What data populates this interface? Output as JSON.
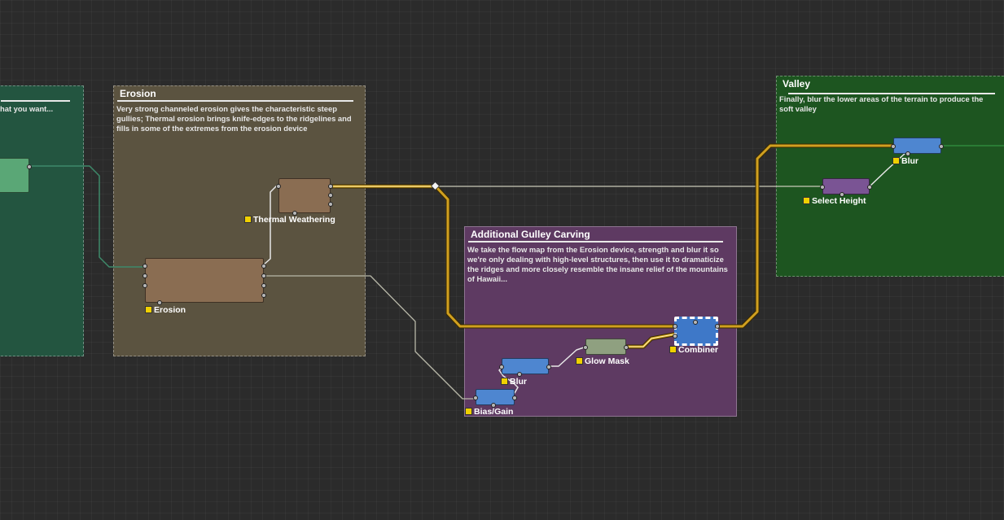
{
  "groups": {
    "left": {
      "desc": "hat you want..."
    },
    "erosion": {
      "title": "Erosion",
      "desc": "Very strong channeled erosion gives the characteristic steep gullies; Thermal erosion brings knife-edges to the ridgelines and fills in some of the extremes from the erosion device"
    },
    "gulley": {
      "title": "Additional Gulley Carving",
      "desc": "We take the flow map from the Erosion device, strength and blur it so we're only dealing with high-level structures, then use it to dramaticize the ridges and more closely resemble the insane relief of the mountains of Hawaii..."
    },
    "valley": {
      "title": "Valley",
      "desc": "Finally, blur the lower areas of the terrain to produce the soft valley"
    }
  },
  "nodes": {
    "thermal": "Thermal Weathering",
    "erosion": "Erosion",
    "blur_gulley": "Blur",
    "glow_mask": "Glow Mask",
    "combiner": "Combiner",
    "bias_gain": "Bias/Gain",
    "select_height": "Select Height",
    "blur_valley": "Blur"
  },
  "colors": {
    "canvas": "#2b2b2b",
    "left_group": "#235540",
    "erosion_group": "#5b5340",
    "gulley_group": "#5e3a62",
    "valley_group": "#1d5520",
    "erosion_node": "#8a6d52",
    "blur_node": "#4e86d0",
    "glow_node": "#8fa080",
    "select_node": "#7a5494",
    "left_node": "#5aa776",
    "selected_wire": "#d0a020",
    "wire": "#b8b8a8"
  }
}
